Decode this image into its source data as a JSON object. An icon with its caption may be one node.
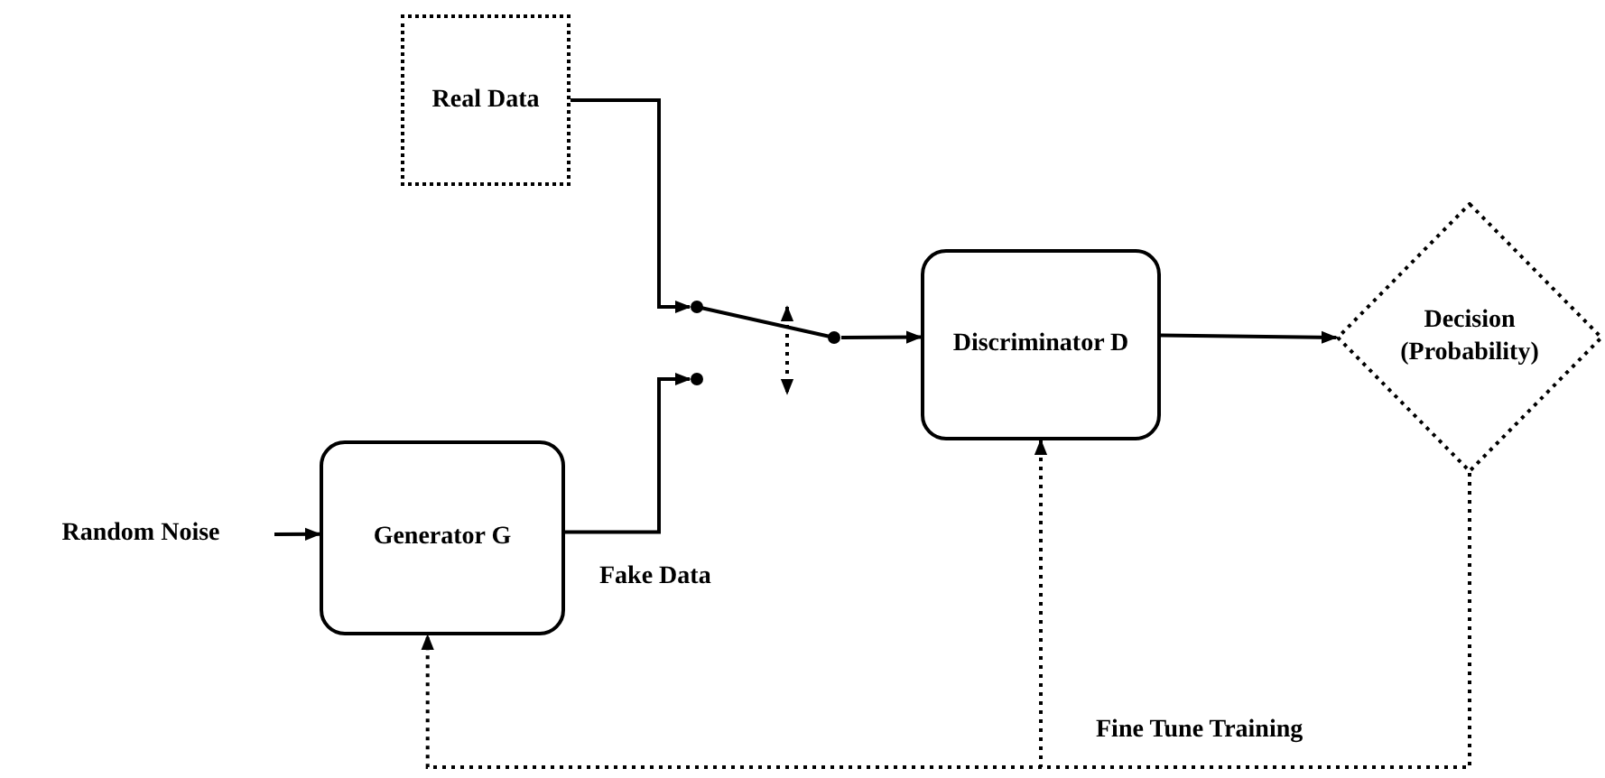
{
  "diagram": {
    "nodes": [
      {
        "text": [
          "Real Data"
        ]
      },
      {
        "text": [
          "Random Noise"
        ]
      },
      {
        "text": [
          "Generator G"
        ]
      },
      {
        "text": [],
        "shape": "switch"
      },
      {
        "text": [
          "Discriminator D"
        ]
      },
      {
        "text": [
          "Decision (Probability)"
        ]
      }
    ],
    "edges": [
      {
        "from": 0,
        "to": 3,
        "arrow": "to"
      },
      {
        "from": 2,
        "to": 3,
        "arrow": "to",
        "label": "Fake Data"
      },
      {
        "from": 3,
        "to": 4,
        "arrow": "to"
      },
      {
        "from": 1,
        "to": 2,
        "arrow": "to"
      },
      {
        "from": 4,
        "to": 5,
        "arrow": "to"
      },
      {
        "from": 5,
        "to": 2,
        "arrow": "to",
        "style": "dashed",
        "label": "Fine Tune Training"
      },
      {
        "from": 5,
        "to": 4,
        "arrow": "to",
        "style": "dashed"
      }
    ]
  }
}
